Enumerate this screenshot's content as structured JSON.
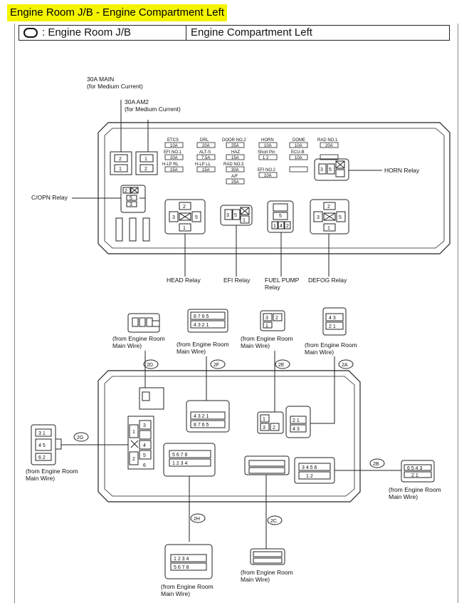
{
  "page_title": "Engine Room J/B - Engine Compartment Left",
  "header": {
    "legend_text": ": Engine Room J/B",
    "location_text": "Engine Compartment Left"
  },
  "top_labels": {
    "main_30a": "30A MAIN",
    "main_30a_sub": "(for Medium Current)",
    "am2_30a": "30A AM2",
    "am2_30a_sub": "(for Medium Current)",
    "copn_relay": "C/OPN Relay",
    "horn_relay": "HORN Relay",
    "head_relay": "HEAD Relay",
    "efi_relay": "EFI Relay",
    "fuel_pump_relay_1": "FUEL PUMP",
    "fuel_pump_relay_2": "Relay",
    "defog_relay": "DEFOG Relay"
  },
  "fuses": [
    {
      "name": "ETCS",
      "amp": "10A"
    },
    {
      "name": "DRL",
      "amp": "20A"
    },
    {
      "name": "DOOR NO.2",
      "amp": "25A"
    },
    {
      "name": "HORN",
      "amp": "10A"
    },
    {
      "name": "DOME",
      "amp": "10A"
    },
    {
      "name": "RAD NO.1",
      "amp": "20A"
    },
    {
      "name": "EFI NO.1",
      "amp": "20A"
    },
    {
      "name": "ALT-S",
      "amp": "7.5A"
    },
    {
      "name": "HAZ",
      "amp": "15A"
    },
    {
      "name": "Short Pin",
      "amp": "1  2"
    },
    {
      "name": "ECU-B",
      "amp": "10A"
    },
    {
      "name": "H-LP RL",
      "amp": "15A"
    },
    {
      "name": "H-LP LL",
      "amp": "15A"
    },
    {
      "name": "RAD NO.3",
      "amp": "30A"
    },
    {
      "name": "EFI NO.2",
      "amp": "10A"
    },
    {
      "name": "A/F",
      "amp": "25A"
    }
  ],
  "connectors": {
    "2d": "2D",
    "2f": "2F",
    "2e": "2E",
    "2a": "2A",
    "2g": "2G",
    "2b": "2B",
    "2h": "2H",
    "2c": "2C"
  },
  "wire_from_1": "(from Engine Room",
  "wire_from_2": "Main Wire)"
}
